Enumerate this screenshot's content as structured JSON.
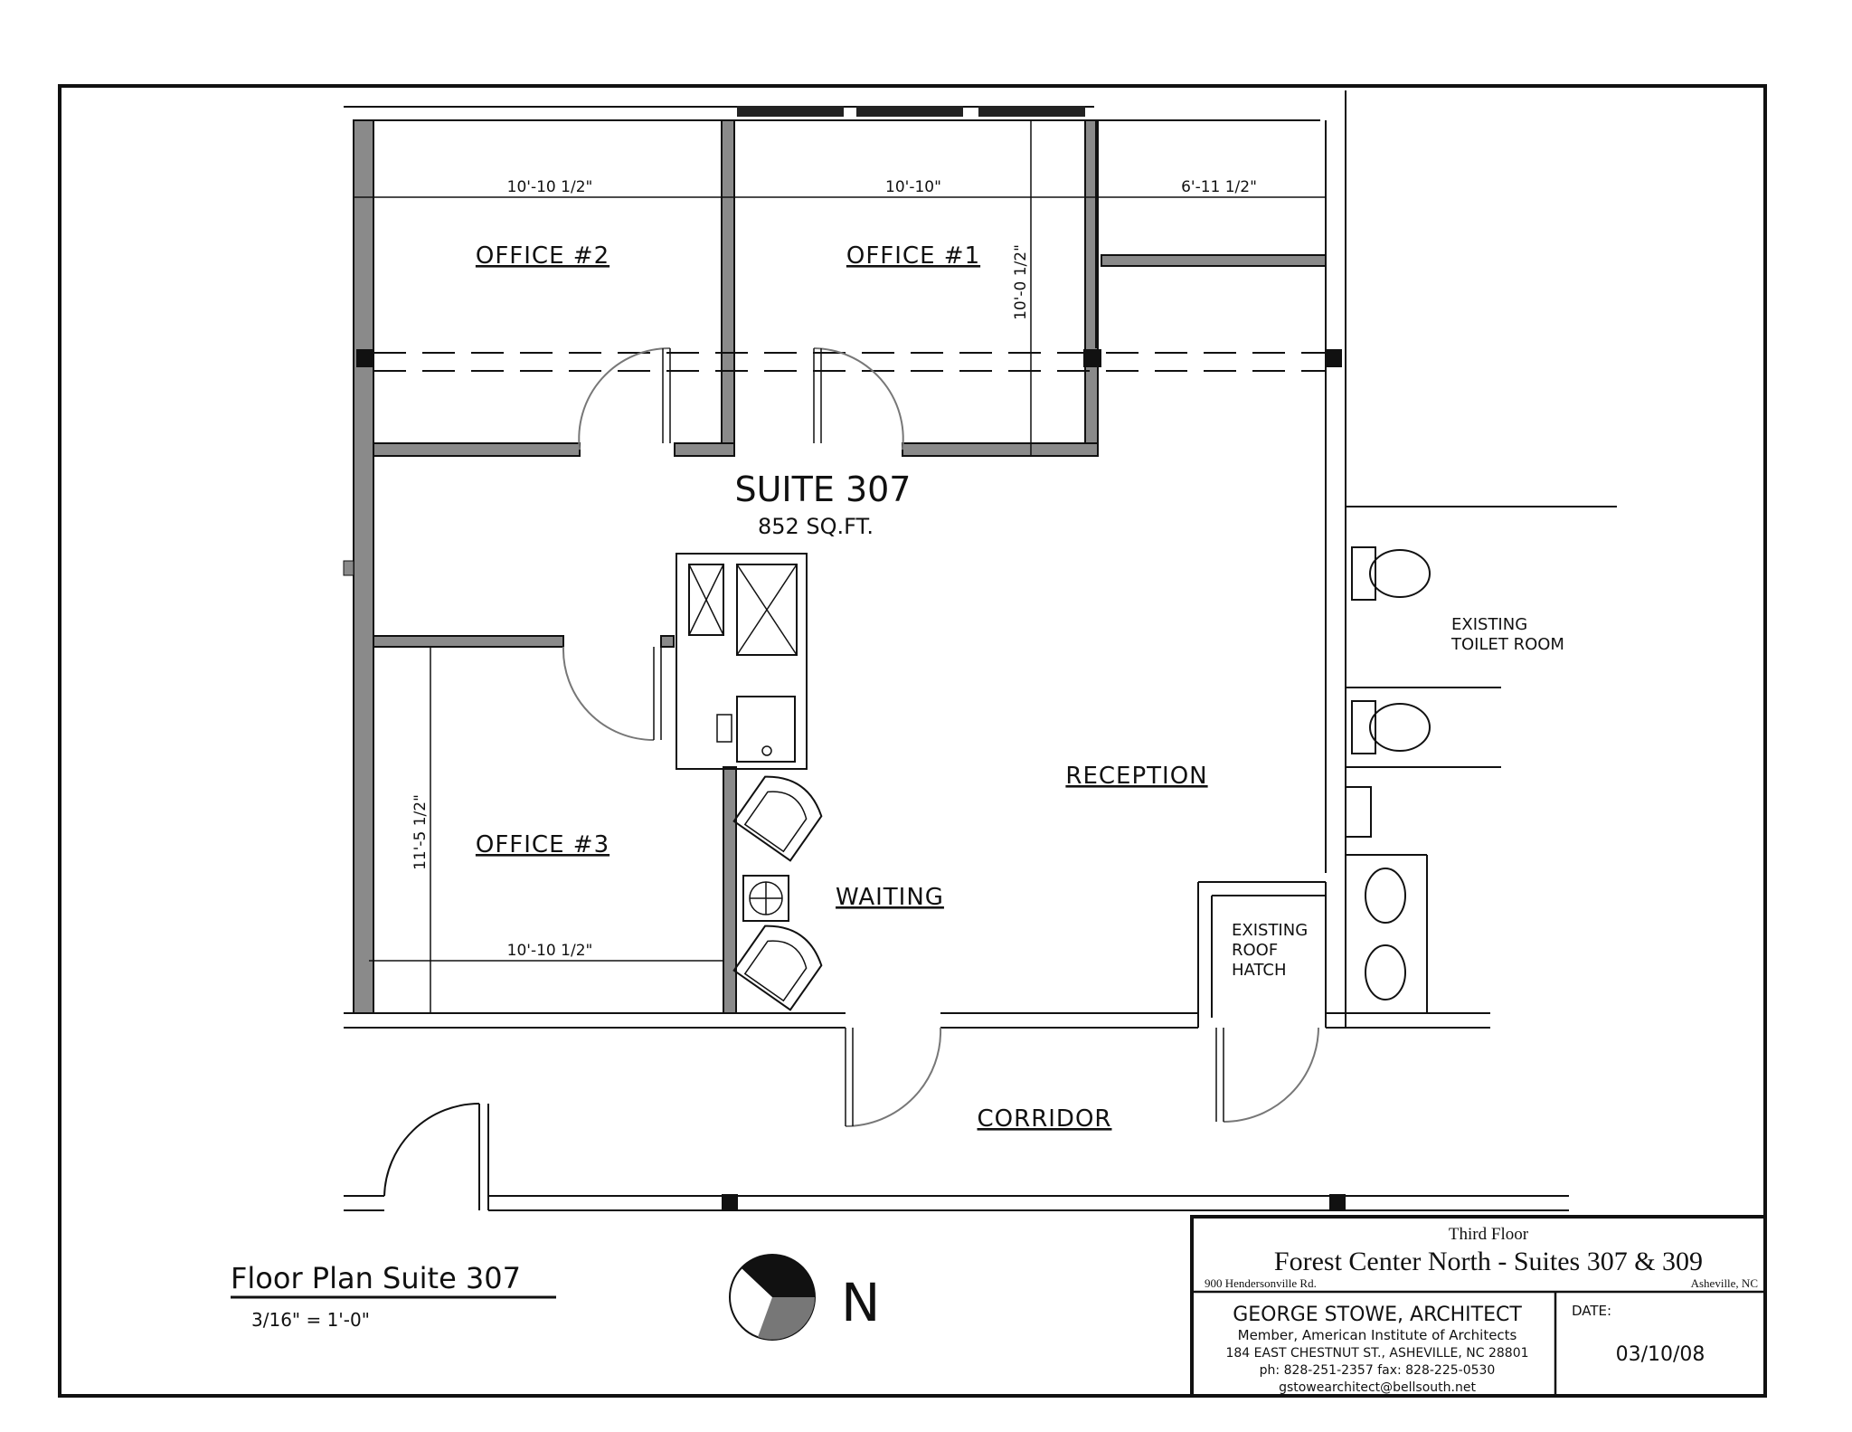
{
  "rooms": {
    "office_2": "OFFICE #2",
    "office_1": "OFFICE #1",
    "office_3": "OFFICE #3",
    "reception": "RECEPTION",
    "waiting": "WAITING",
    "corridor": "CORRIDOR",
    "toilet_line1": "EXISTING",
    "toilet_line2": "TOILET ROOM",
    "hatch_line1": "EXISTING",
    "hatch_line2": "ROOF",
    "hatch_line3": "HATCH"
  },
  "suite": {
    "name": "SUITE 307",
    "area": "852 SQ.FT."
  },
  "dimensions": {
    "office_2_width": "10'-10 1/2\"",
    "office_1_width": "10'-10\"",
    "closet_width": "6'-11 1/2\"",
    "office_1_depth": "10'-0 1/2\"",
    "office_3_depth": "11'-5 1/2\"",
    "office_3_width": "10'-10 1/2\""
  },
  "plan_label": {
    "title": "Floor Plan Suite 307",
    "scale": "3/16\" = 1'-0\""
  },
  "north_label": "N",
  "title_block": {
    "floor": "Third Floor",
    "project": "Forest Center North - Suites 307 & 309",
    "address": "900 Hendersonville Rd.",
    "city": "Asheville, NC",
    "architect": "GEORGE STOWE, ARCHITECT",
    "membership": "Member, American Institute of Architects",
    "office_address": "184 EAST CHESTNUT ST., ASHEVILLE, NC 28801",
    "phone": "ph: 828-251-2357  fax: 828-225-0530",
    "email": "gstowearchitect@bellsouth.net",
    "date_label": "DATE:",
    "date_value": "03/10/08"
  }
}
